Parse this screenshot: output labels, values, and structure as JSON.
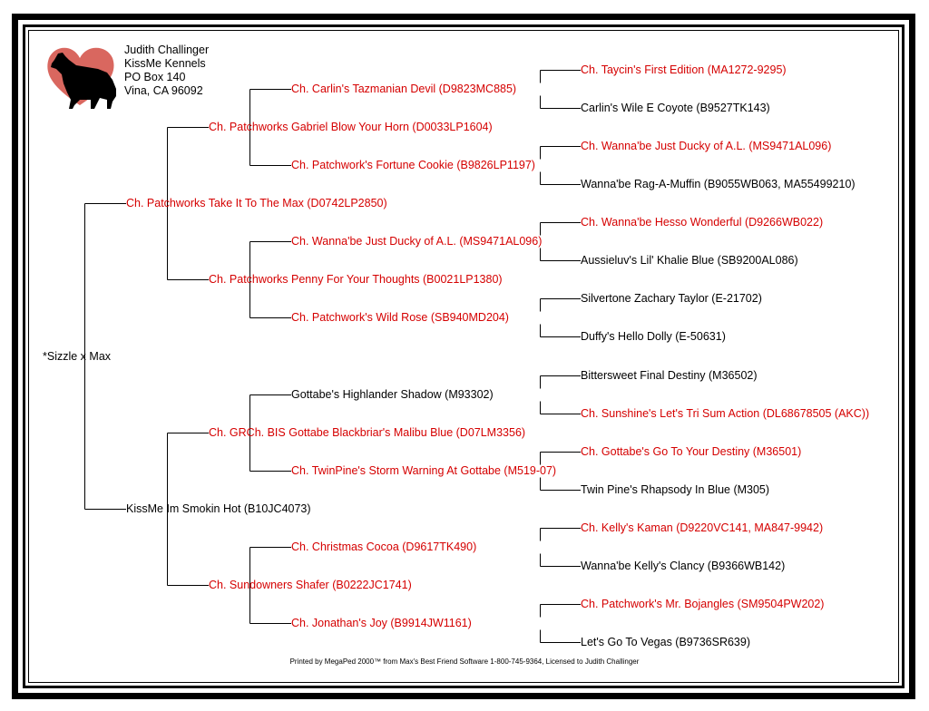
{
  "owner": {
    "name": "Judith Challinger",
    "kennel": "KissMe Kennels",
    "address_line": "PO Box 140",
    "city_line": "Vina, CA 96092"
  },
  "logo_icon": "heart-with-australian-shepherd-silhouette",
  "colors": {
    "title_holder": "#d50000",
    "normal": "#000000"
  },
  "pedigree": {
    "subject": "*Sizzle x Max",
    "sire": {
      "name": "Ch. Patchworks Take It To The Max (D0742LP2850)",
      "titled": true
    },
    "dam": {
      "name": "KissMe Im Smokin Hot (B10JC4073)",
      "titled": false
    },
    "grandparents": [
      {
        "name": "Ch. Patchworks Gabriel Blow Your Horn (D0033LP1604)",
        "titled": true
      },
      {
        "name": "Ch. Patchworks Penny For Your Thoughts (B0021LP1380)",
        "titled": true
      },
      {
        "name": "Ch. GRCh. BIS Gottabe Blackbriar's Malibu Blue (D07LM3356)",
        "titled": true
      },
      {
        "name": "Ch. Sundowners Shafer (B0222JC1741)",
        "titled": true
      }
    ],
    "great_grandparents": [
      {
        "name": "Ch. Carlin's Tazmanian Devil (D9823MC885)",
        "titled": true
      },
      {
        "name": "Ch. Patchwork's Fortune Cookie (B9826LP1197)",
        "titled": true
      },
      {
        "name": "Ch. Wanna'be Just Ducky of A.L. (MS9471AL096)",
        "titled": true
      },
      {
        "name": "Ch. Patchwork's Wild Rose (SB940MD204)",
        "titled": true
      },
      {
        "name": "Gottabe's Highlander Shadow (M93302)",
        "titled": false
      },
      {
        "name": "Ch. TwinPine's Storm Warning At Gottabe (M519-07)",
        "titled": true
      },
      {
        "name": "Ch. Christmas Cocoa (D9617TK490)",
        "titled": true
      },
      {
        "name": "Ch. Jonathan's Joy (B9914JW1161)",
        "titled": true
      }
    ],
    "great_great_grandparents": [
      {
        "name": "Ch. Taycin's First Edition (MA1272-9295)",
        "titled": true
      },
      {
        "name": "Carlin's Wile E Coyote (B9527TK143)",
        "titled": false
      },
      {
        "name": "Ch. Wanna'be Just Ducky of A.L. (MS9471AL096)",
        "titled": true
      },
      {
        "name": "Wanna'be Rag-A-Muffin (B9055WB063, MA55499210)",
        "titled": false
      },
      {
        "name": "Ch. Wanna'be Hesso Wonderful (D9266WB022)",
        "titled": true
      },
      {
        "name": "Aussieluv's Lil' Khalie Blue (SB9200AL086)",
        "titled": false
      },
      {
        "name": "Silvertone Zachary Taylor (E-21702)",
        "titled": false
      },
      {
        "name": "Duffy's Hello Dolly (E-50631)",
        "titled": false
      },
      {
        "name": "Bittersweet Final Destiny (M36502)",
        "titled": false
      },
      {
        "name": "Ch. Sunshine's Let's Tri Sum Action (DL68678505 (AKC))",
        "titled": true
      },
      {
        "name": "Ch. Gottabe's Go To Your Destiny (M36501)",
        "titled": true
      },
      {
        "name": "Twin Pine's Rhapsody In Blue (M305)",
        "titled": false
      },
      {
        "name": "Ch. Kelly's Kaman (D9220VC141, MA847-9942)",
        "titled": true
      },
      {
        "name": "Wanna'be Kelly's Clancy (B9366WB142)",
        "titled": false
      },
      {
        "name": "Ch. Patchwork's Mr. Bojangles (SM9504PW202)",
        "titled": true
      },
      {
        "name": "Let's Go To Vegas (B9736SR639)",
        "titled": false
      }
    ]
  },
  "footer": "Printed by MegaPed 2000™ from Max's Best Friend Software 1-800-745-9364, Licensed to Judith Challinger"
}
